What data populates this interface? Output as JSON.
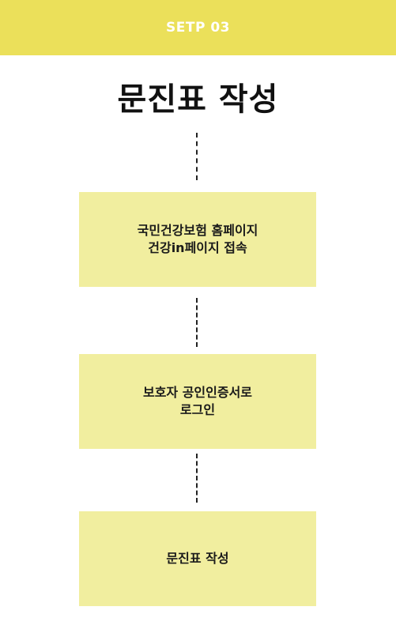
{
  "header": {
    "step_label": "SETP 03"
  },
  "title": "문진표 작성",
  "steps": [
    {
      "line1": "국민건강보험 홈페이지",
      "line2": "건강in페이지 접속"
    },
    {
      "line1": "보호자 공인인증서로",
      "line2": "로그인"
    },
    {
      "line1": "문진표 작성",
      "line2": ""
    }
  ],
  "colors": {
    "header_bg": "#ebe05a",
    "box_bg": "#f1ee9f",
    "text": "#111111"
  }
}
